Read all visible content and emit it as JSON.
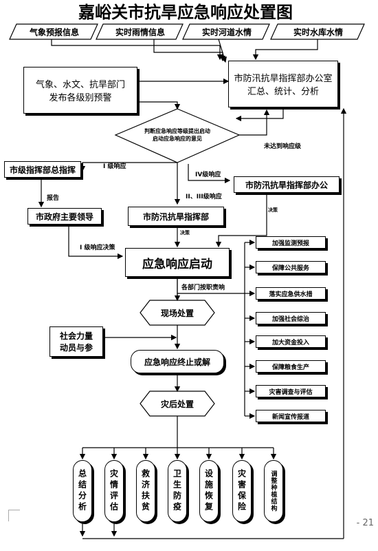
{
  "title": "嘉峪关市抗旱应急响应处置图",
  "inputs": [
    "气象预报信息",
    "实时雨情信息",
    "实时河道水情",
    "实时水库水情"
  ],
  "warning_box": "气象、水文、抗旱部门\n发布各级别预警",
  "office_box": "市防汛抗旱指挥部办公室\n汇总、统计、分析",
  "decision": "判断应急响应等级提出启动启动应急响应的意见",
  "not_reached": "未达到响应级",
  "level1": "I 级响应",
  "level4": "IV级响应",
  "level23": "II、III级响应",
  "report": "报告",
  "decide": "决策",
  "decide2": "决策",
  "level1_decision": "I 级响应决策",
  "city_command": "市级指挥部总指挥",
  "city_leader": "市政府主要领导",
  "flood_command": "市防汛抗旱指挥部",
  "flood_office": "市防汛抗旱指挥部办公",
  "launch": "应急响应启动",
  "departments": "各部门按职责响",
  "onsite": "现场处置",
  "social": "社会力量\n动员与参",
  "terminate": "应急响应终止或解",
  "aftermath": "灾后处置",
  "measures": [
    "加强监测预报",
    "保障公共服务",
    "落实应急供水措",
    "加强社会综治",
    "加大资金投入",
    "保障粮食生产",
    "灾害调查与评估",
    "新闻宣传报道"
  ],
  "after_items": [
    "总结分析",
    "灾情评估",
    "救济扶贫",
    "卫生防疫",
    "设施恢复",
    "灾害保险",
    "调整种植结构"
  ],
  "page_number": "- 21"
}
